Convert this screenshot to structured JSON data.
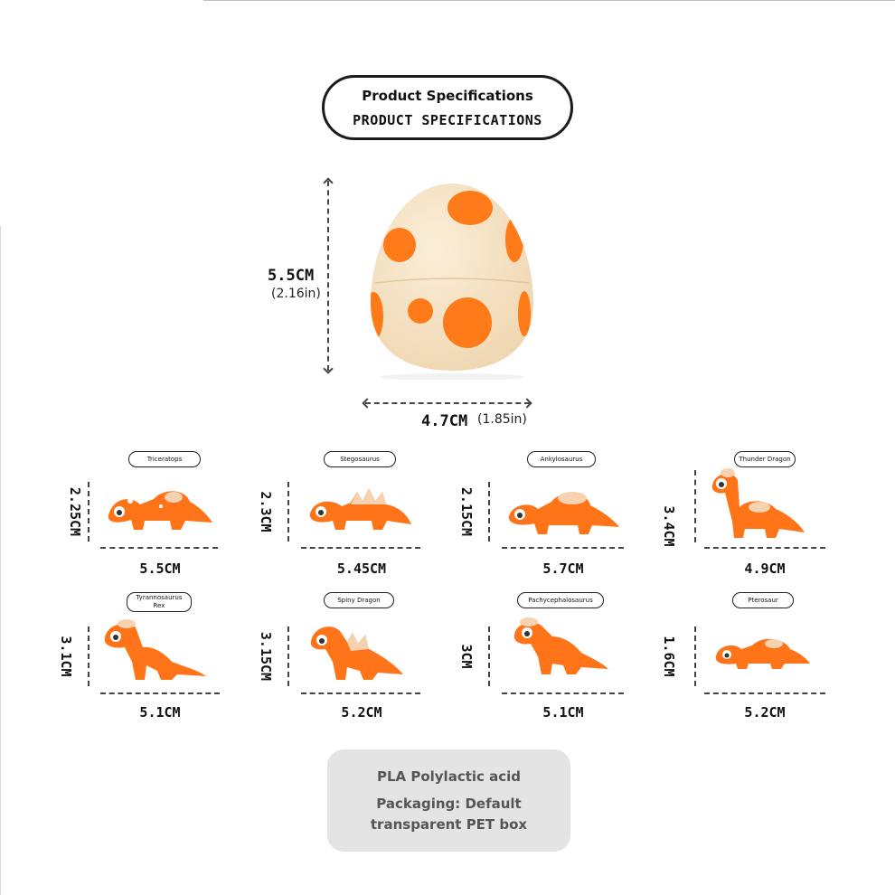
{
  "header": {
    "title_line1": "Product Specifications",
    "title_line2": "PRODUCT SPECIFICATIONS"
  },
  "egg": {
    "height_cm": "5.5CM",
    "height_in": "(2.16in)",
    "width_cm": "4.7CM",
    "width_in": "(1.85in)",
    "colors": {
      "shell": "#f6e3c5",
      "spot": "#ff7a18"
    }
  },
  "dinosaurs": [
    {
      "name": "Triceratops",
      "width": "5.5CM",
      "height": "2.25CM"
    },
    {
      "name": "Stegosaurus",
      "width": "5.45CM",
      "height": "2.3CM"
    },
    {
      "name": "Ankylosaurus",
      "width": "5.7CM",
      "height": "2.15CM"
    },
    {
      "name": "Thunder Dragon",
      "width": "4.9CM",
      "height": "3.4CM"
    },
    {
      "name": "Tyrannosaurus Rex",
      "width": "5.1CM",
      "height": "3.1CM"
    },
    {
      "name": "Spiny Dragon",
      "width": "5.2CM",
      "height": "3.15CM"
    },
    {
      "name": "Pachycephalosaurus",
      "width": "5.1CM",
      "height": "3CM"
    },
    {
      "name": "Pterosaur",
      "width": "5.2CM",
      "height": "1.6CM"
    }
  ],
  "info": {
    "material": "PLA Polylactic acid",
    "packaging_line1": "Packaging: Default",
    "packaging_line2": "transparent PET box"
  }
}
